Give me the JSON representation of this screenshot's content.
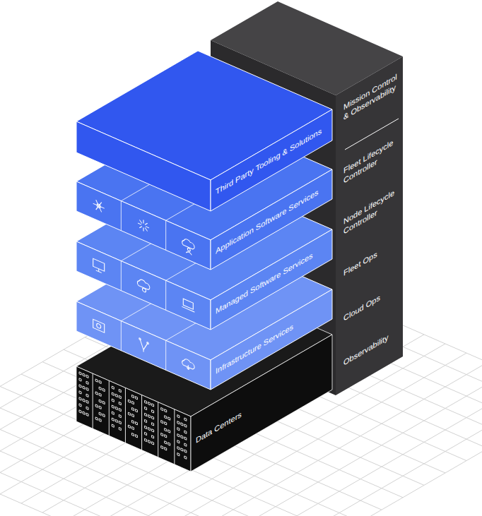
{
  "diagram": {
    "nodes": [
      {
        "text": [
          "Third Party Tooling & Solutions"
        ]
      },
      {
        "text": [
          "Application Software Services"
        ]
      },
      {
        "text": [
          "Managed Software Services"
        ]
      },
      {
        "text": [
          "Infrastructure Services"
        ]
      },
      {
        "text": [
          "Data Centers"
        ]
      },
      {
        "text": [
          "Mission Control & Observability",
          "Fleet Lifecycle Controller",
          "Node Lifecycle Controller",
          "Fleet Ops",
          "Cloud Ops",
          "Observability"
        ]
      }
    ]
  }
}
